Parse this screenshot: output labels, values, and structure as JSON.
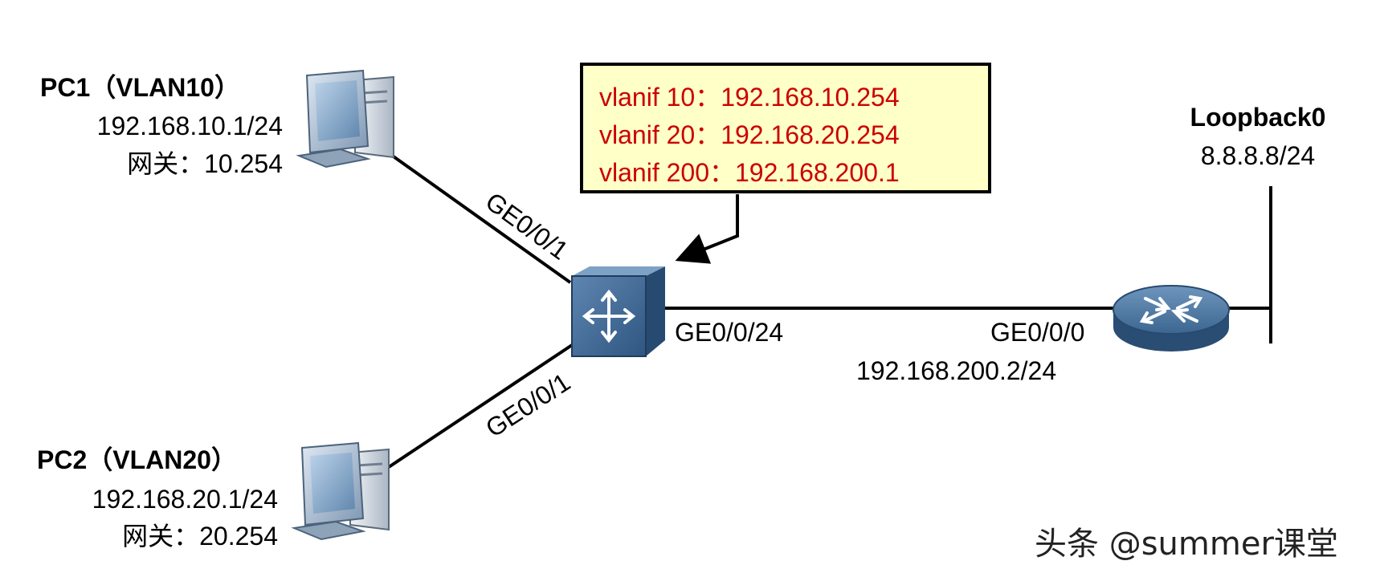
{
  "pc1": {
    "name": "PC1（VLAN10）",
    "ip": "192.168.10.1/24",
    "gateway": "网关：10.254",
    "port": "GE0/0/1",
    "icon": "desktop-computer-icon"
  },
  "pc2": {
    "name": "PC2（VLAN20）",
    "ip": "192.168.20.1/24",
    "gateway": "网关：20.254",
    "port": "GE0/0/1",
    "icon": "desktop-computer-icon"
  },
  "switch": {
    "icon": "layer3-switch-icon",
    "uplink_port": "GE0/0/24",
    "vlanif_lines": [
      "vlanif 10：192.168.10.254",
      "vlanif 20：192.168.20.254",
      "vlanif 200：192.168.200.1"
    ]
  },
  "router": {
    "icon": "router-icon",
    "port": "GE0/0/0",
    "ip": "192.168.200.2/24"
  },
  "loopback": {
    "title": "Loopback0",
    "address": "8.8.8.8/24"
  },
  "watermark": "头条 @summer课堂",
  "colors": {
    "callout_bg": "#ffffc8",
    "callout_text": "#cc0000",
    "device_blue": "#3d6a96"
  }
}
